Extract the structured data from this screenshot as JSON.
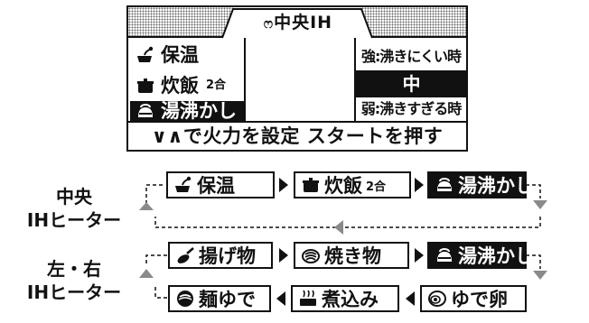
{
  "lcd": {
    "title": "中央IH",
    "title_icon": "burner-icon",
    "left_items": [
      {
        "label": "保温",
        "sub": "",
        "icon": "keep-warm-icon",
        "selected": false
      },
      {
        "label": "炊飯",
        "sub": "2合",
        "icon": "rice-pot-icon",
        "selected": false
      },
      {
        "label": "湯沸かし",
        "sub": "",
        "icon": "kettle-icon",
        "selected": true
      }
    ],
    "right_items": [
      {
        "label": "強:沸きにくい時",
        "selected": false
      },
      {
        "label": "中",
        "selected": true
      },
      {
        "label": "弱:沸きすぎる時",
        "selected": false
      }
    ],
    "footer": "∨∧で火力を設定 スタートを押す"
  },
  "center_group": {
    "label_line1": "中央",
    "label_line2": "IHヒーター",
    "modes": [
      {
        "label": "保温",
        "sub": "",
        "icon": "keep-warm-icon",
        "selected": false
      },
      {
        "label": "炊飯",
        "sub": "2合",
        "icon": "rice-pot-icon",
        "selected": false
      },
      {
        "label": "湯沸かし",
        "sub": "",
        "icon": "kettle-icon",
        "selected": true
      }
    ]
  },
  "side_group": {
    "label_line1": "左・右",
    "label_line2": "IHヒーター",
    "top_modes": [
      {
        "label": "揚げ物",
        "icon": "fried-food-icon",
        "selected": false
      },
      {
        "label": "焼き物",
        "icon": "grilled-food-icon",
        "selected": false
      },
      {
        "label": "湯沸かし",
        "icon": "kettle-icon",
        "selected": true
      }
    ],
    "bottom_modes": [
      {
        "label": "麺ゆで",
        "icon": "noodle-bowl-icon",
        "selected": false
      },
      {
        "label": "煮込み",
        "icon": "stew-pot-icon",
        "selected": false
      },
      {
        "label": "ゆで卵",
        "icon": "boiled-egg-icon",
        "selected": false
      }
    ]
  }
}
